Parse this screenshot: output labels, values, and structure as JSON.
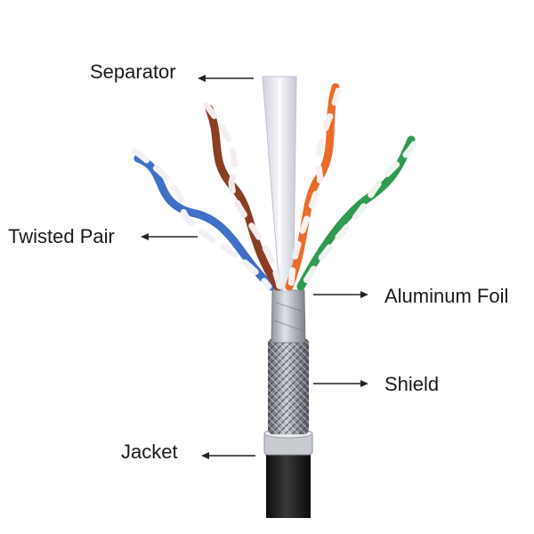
{
  "labels": {
    "separator": "Separator",
    "twisted_pair": "Twisted Pair",
    "aluminum_foil": "Aluminum Foil",
    "shield": "Shield",
    "jacket": "Jacket"
  },
  "colors": {
    "label_text": "#1a1a1a",
    "arrow": "#222222",
    "jacket": "#1c1c1c",
    "foil": "#b8bcc2",
    "braid": "#8a8e94",
    "separator": "#e6e7ef",
    "pair_blue": "#3f6fc7",
    "pair_brown": "#8b3d23",
    "pair_orange": "#ec6a2a",
    "pair_green": "#2e9a52",
    "pair_white": "#f3eef0"
  }
}
